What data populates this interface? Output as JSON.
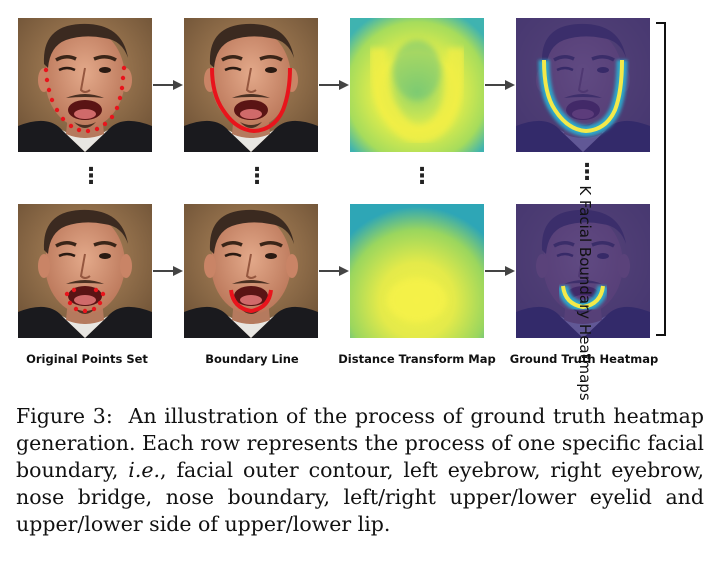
{
  "figure": {
    "columns": [
      {
        "label": "Original Points Set"
      },
      {
        "label": "Boundary Line"
      },
      {
        "label": "Distance Transform Map"
      },
      {
        "label": "Ground Truth Heatmap"
      }
    ],
    "side_label": "K Facial Boundary Heatmaps",
    "ellipsis": "⋮",
    "caption": {
      "figure_number": "Figure 3:",
      "text_1": " An illustration of the process of ground truth heatmap generation. Each row represents the process of one specific facial boundary, ",
      "ie": "i.e.",
      "text_2": ", facial outer contour, left eyebrow, right eyebrow, nose bridge, nose boundary, left/right upper/lower eyelid and upper/lower side of upper/lower lip."
    }
  },
  "colors": {
    "landmark": "#e8141c",
    "heatmap_bg": "#3b2f80",
    "heatmap_ridge": "#f3e94a",
    "dt_outer": "#3ab0b8",
    "dt_inner": "#e7f04c"
  }
}
